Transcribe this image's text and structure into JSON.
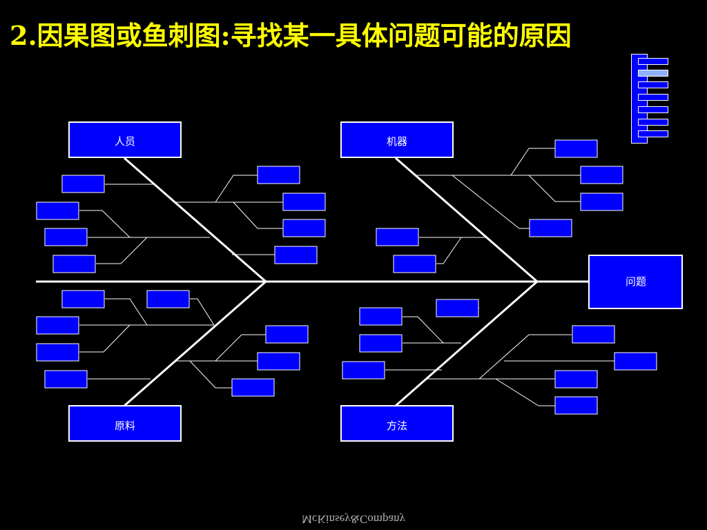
{
  "title": "2.因果图或鱼刺图:寻找某一具体问题可能的原因",
  "categories": {
    "people": "人员",
    "machine": "机器",
    "material": "原料",
    "method": "方法"
  },
  "problem": "问题",
  "footer": "McKinsey&Company",
  "colors": {
    "box_fill": "#0000ff",
    "box_border": "#ffffff",
    "line": "#ffffff",
    "title": "#ffff00",
    "background": "#000000"
  },
  "nav": {
    "item_count": 7,
    "active_index": 1
  }
}
